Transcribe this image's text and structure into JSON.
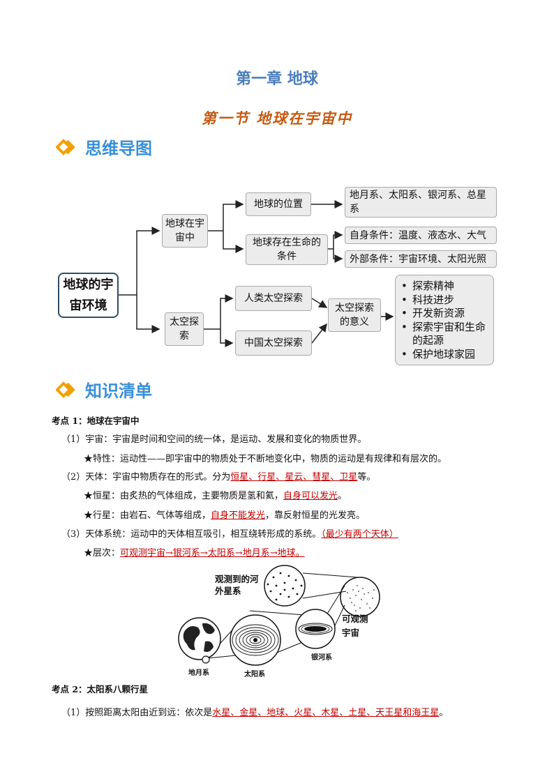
{
  "chapter_title": "第一章 地球",
  "section_title": "第一节 地球在宇宙中",
  "mindmap_heading": "思维导图",
  "knowledge_heading": "知识清单",
  "mindmap": {
    "root": "地球的宇宙环境",
    "branch1": "地球在宇宙中",
    "branch1_child1": "地球的位置",
    "branch1_child1_leaf": "地月系、太阳系、银河系、总星系",
    "branch1_child2": "地球存在生命的条件",
    "branch1_child2_leaf1": "自身条件：温度、液态水、大气",
    "branch1_child2_leaf2": "外部条件：宇宙环境、太阳光照",
    "branch2": "太空探索",
    "branch2_child1": "人类太空探索",
    "branch2_child2": "中国太空探索",
    "branch2_merge": "太空探索的意义",
    "significance": [
      "探索精神",
      "科技进步",
      "开发新资源",
      "探索宇宙和生命的起源",
      "保护地球家园"
    ]
  },
  "kp1": {
    "title": "考点 1：地球在宇宙中",
    "l1_prefix": "（1）宇宙：",
    "l1_text": "宇宙是时间和空间的统一体，是运动、发展和变化的物质世界。",
    "l2_star": "★特性：",
    "l2_text": "运动性——即宇宙中的物质处于不断地变化中，物质的运动是有规律和有层次的。",
    "l3_prefix": "（2）天体：",
    "l3_text": "宇宙中物质存在的形式。分为",
    "l3_red": "恒星、行星、星云、彗星、卫星",
    "l3_end": "等。",
    "l4_star": "★恒星：",
    "l4_text": "由炙热的气体组成，主要物质是氢和氦，",
    "l4_red": "自身可以发光",
    "l4_end": "。",
    "l5_star": "★行星：",
    "l5_text": "由岩石、气体等组成，",
    "l5_red": "自身不能发光",
    "l5_end": "，靠反射恒星的光发亮。",
    "l6_prefix": "（3）天体系统：",
    "l6_text": "运动中的天体相互吸引，相互绕转形成的系统。",
    "l6_red": "（最少有两个天体）",
    "l7_star": "★层次：",
    "l7_red": "可观测宇宙→银河系→太阳系→地月系→地球。"
  },
  "figure": {
    "label_galaxies": "观测到的河外星系",
    "label_universe": "可观测宇宙",
    "label_milkyway": "银河系",
    "label_solar": "太阳系",
    "label_earthmoon": "地月系"
  },
  "kp2": {
    "title": "考点 2：太阳系八颗行星",
    "l1_prefix": "（1）按照距离太阳由近到远：依次是",
    "l1_red": "水星、金星、地球、火星、木星、土星、天王星和海王星",
    "l1_end": "。"
  }
}
